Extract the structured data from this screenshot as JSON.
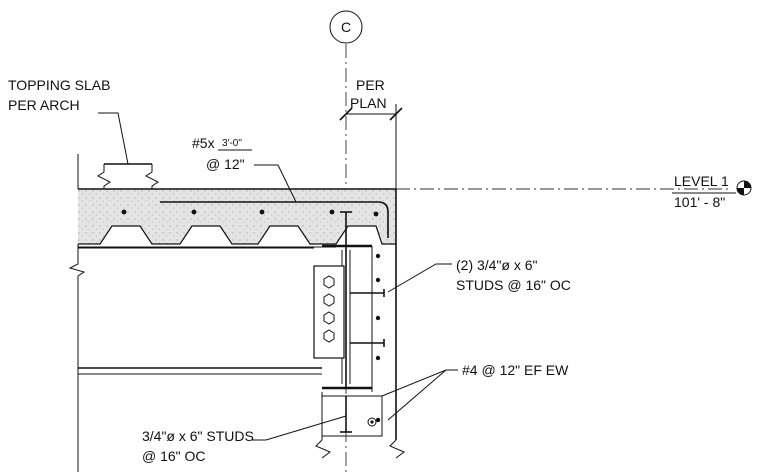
{
  "grid": {
    "label": "C"
  },
  "notes": {
    "topping_slab": [
      "TOPPING SLAB",
      "PER ARCH"
    ],
    "per_plan": [
      "PER",
      "PLAN"
    ],
    "bar_callout": {
      "prefix": "#5x",
      "length": "3'-0\"",
      "spacing": "@ 12\""
    },
    "level": {
      "name": "LEVEL 1",
      "elevation": "101' - 8\""
    },
    "studs_top": [
      "(2) 3/4\"ø x 6\"",
      "STUDS @ 16\" OC"
    ],
    "rebar": "#4 @ 12\" EF EW",
    "studs_bottom": [
      "3/4\"ø x 6\" STUDS",
      "@ 16\" OC"
    ]
  }
}
